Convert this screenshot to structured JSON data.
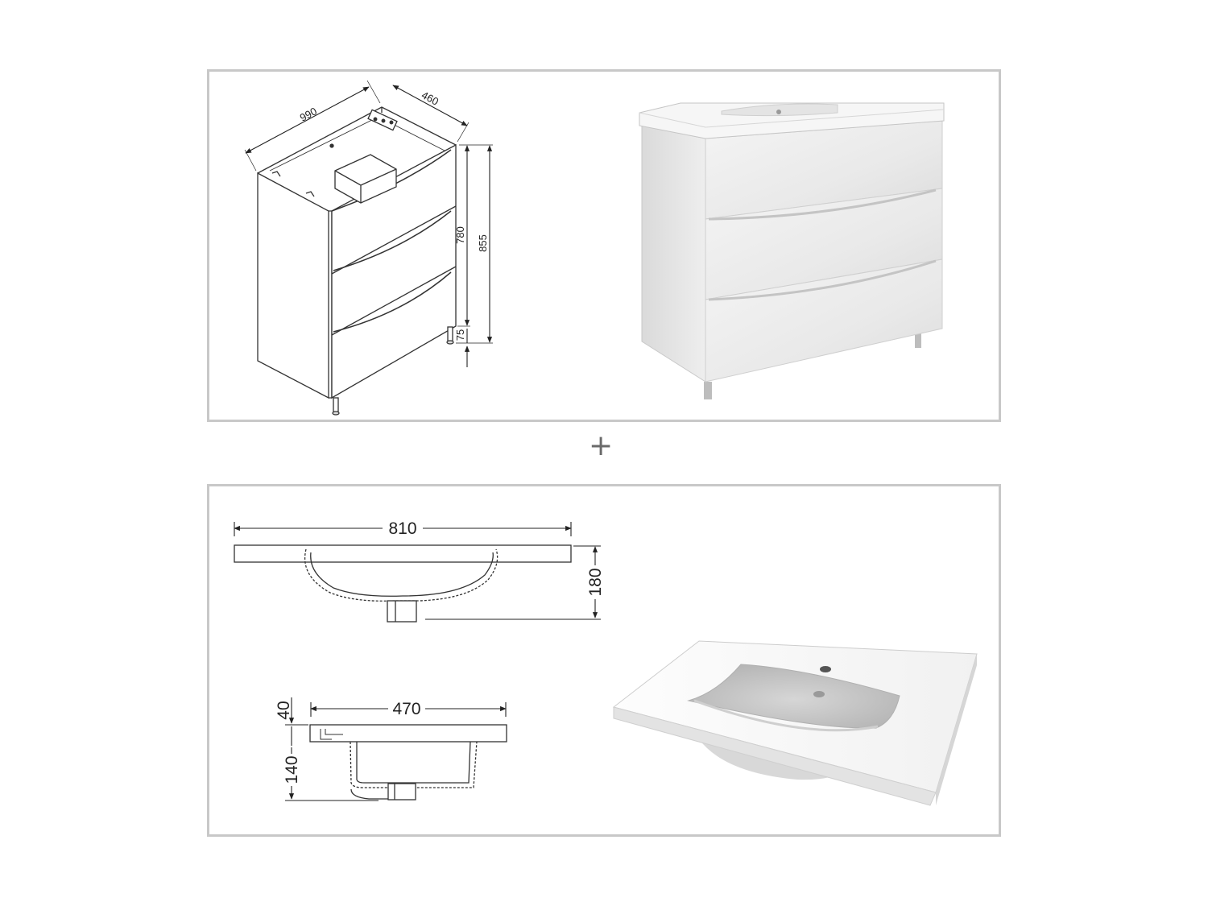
{
  "separator": {
    "plus": "+"
  },
  "cabinet_drawing": {
    "width": "990",
    "depth": "460",
    "body_height": "780",
    "total_height": "855",
    "leg_height": "75"
  },
  "basin_drawing": {
    "front_width": "810",
    "front_height": "180",
    "side_depth": "470",
    "top_thickness": "40",
    "bowl_depth": "140"
  },
  "colors": {
    "frame": "#c8c8c8",
    "line": "#333333",
    "plus": "#6a6a6a"
  },
  "icons": {
    "plus": "plus-icon"
  }
}
